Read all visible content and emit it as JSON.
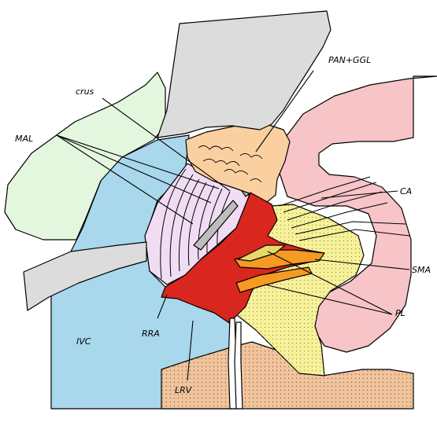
{
  "labels": {
    "pan_ggl": "PAN+GGL",
    "crus": "crus",
    "mal": "MAL",
    "ca": "CA",
    "sma": "SMA",
    "pl": "PL",
    "ivc": "IVC",
    "rra": "RRA",
    "lrv": "LRV"
  },
  "colors": {
    "ivc_blue": "#a9d7ec",
    "liver_green": "#e3f7de",
    "aorta_pink": "#f7c4c8",
    "ganglion_orange": "#fbd0a1",
    "crus_lavender": "#f1ddf3",
    "artery_red": "#d9261f",
    "plexus_yellow": "#f7f19a",
    "kidney_tan": "#f2c49d",
    "retractor_gray": "#dcdcdc",
    "highlight_orange": "#f59a22"
  }
}
